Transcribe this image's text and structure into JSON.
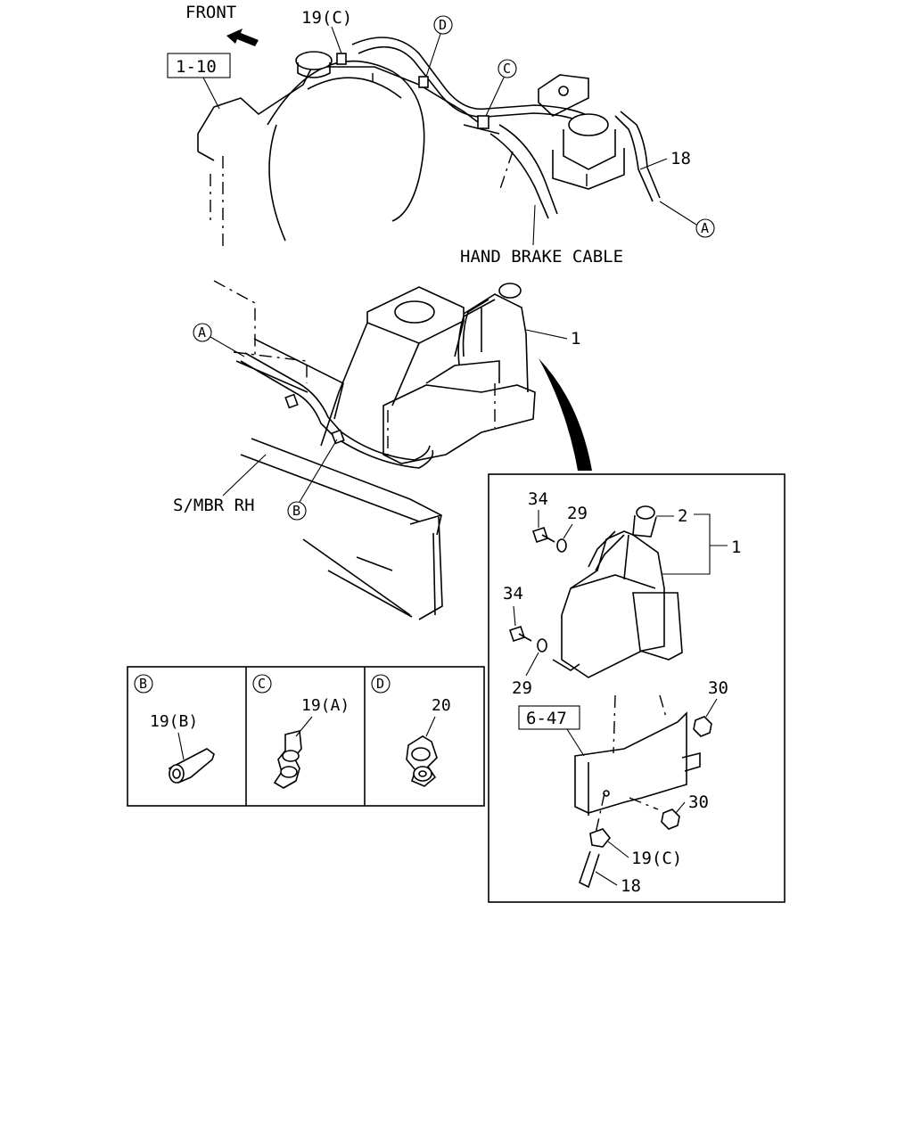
{
  "labels": {
    "front": "FRONT",
    "ref_1_10": "1-10",
    "ref_6_47": "6-47",
    "part_19c_top": "19(C)",
    "part_18_top": "18",
    "hand_brake_cable": "HAND BRAKE CABLE",
    "part_1_main": "1",
    "smbr_rh": "S/MBR RH",
    "part_34_upper": "34",
    "part_29_upper": "29",
    "part_2": "2",
    "part_1_detail": "1",
    "part_34_lower": "34",
    "part_29_lower": "29",
    "part_30_upper": "30",
    "part_30_lower": "30",
    "part_19c_bottom": "19(C)",
    "part_18_bottom": "18",
    "part_19b": "19(B)",
    "part_19a": "19(A)",
    "part_20": "20"
  },
  "callouts": {
    "a_top": "A",
    "a_mid": "A",
    "b_mid": "B",
    "c_top": "C",
    "d_top": "D",
    "b_panel": "B",
    "c_panel": "C",
    "d_panel": "D"
  }
}
